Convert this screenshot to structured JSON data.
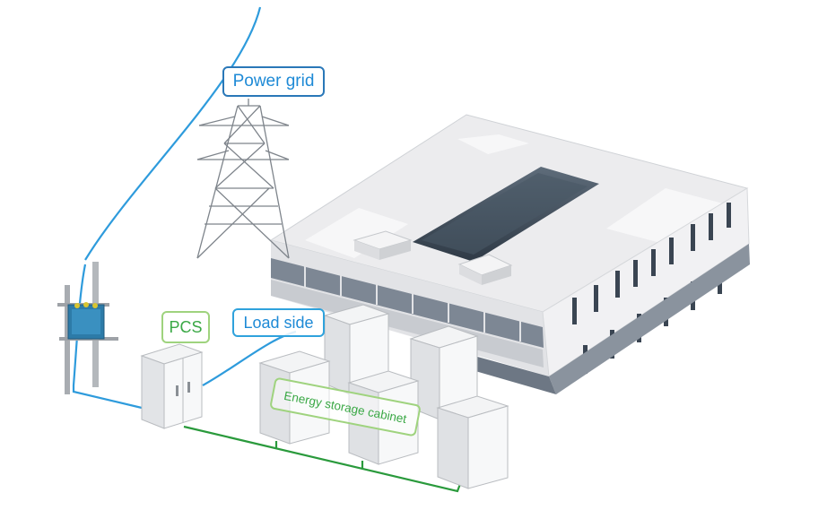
{
  "labels": {
    "power_grid": "Power grid",
    "load_side": "Load side",
    "pcs": "PCS",
    "energy_storage": "Energy storage cabinet"
  },
  "colors": {
    "grid_line": "#2e9bdc",
    "storage_line": "#2a9a3c",
    "grid_border": "#2a78b8",
    "load_border": "#2fa2dc",
    "green_border": "#9fd37e",
    "green_text": "#3aa845",
    "blue_text": "#1e8ad6"
  },
  "icons": {
    "tower": "transmission-tower-icon",
    "transformer": "pole-transformer-icon",
    "pcs": "pcs-cabinet-icon",
    "building": "building-icon",
    "cabinet": "storage-cabinet-icon"
  }
}
